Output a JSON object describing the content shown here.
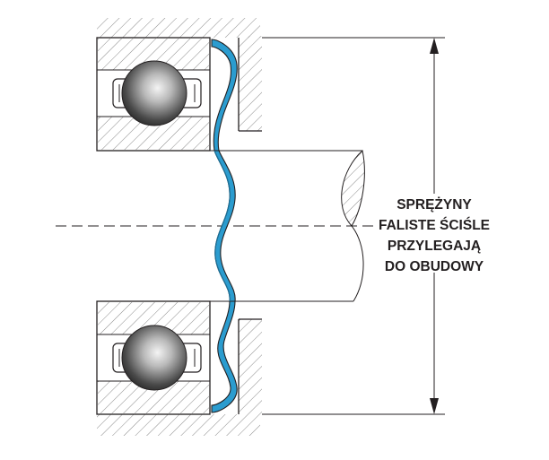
{
  "annotation": {
    "lines": [
      "SPRĘŻYNY",
      "FALISTE ŚCIŚLE",
      "PRZYLEGAJĄ",
      "DO OBUDOWY"
    ]
  },
  "colors": {
    "spring": "#2b9ccf",
    "spring_dark": "#1e6f96",
    "outline": "#231f20",
    "hatch": "#8a8a8a",
    "ball_dark": "#3a3a3a",
    "ball_light": "#f2f2f2"
  },
  "components": {
    "ball_icon": "sphere",
    "spring_icon": "wave-spring"
  }
}
